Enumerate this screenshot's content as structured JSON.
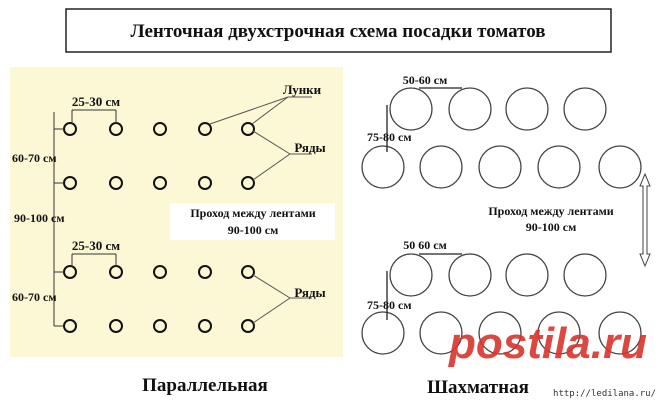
{
  "title": "Ленточная двухстрочная схема посадки томатов",
  "parallel": {
    "caption": "Параллельная",
    "spacing_top": "25-30 см",
    "spacing_bottom": "25-30 см",
    "row_gap_top": "60-70 см",
    "band_gap": "90-100 см",
    "row_gap_bottom": "60-70 см",
    "label_holes": "Лунки",
    "label_rows_top": "Ряды",
    "label_rows_bottom": "Ряды",
    "passage_line1": "Проход между лентами",
    "passage_line2": "90-100 см",
    "background_color": "#fcf8d6"
  },
  "staggered": {
    "caption": "Шахматная",
    "spacing_top": "50-60 см",
    "spacing_bottom": "50 60 см",
    "row_gap_top": "75-80 см",
    "row_gap_bottom": "75-80 см",
    "passage_line1": "Проход между лентами",
    "passage_line2": "90-100 см"
  },
  "watermark": {
    "logo": "postila.ru",
    "url": "http://ledilana.ru/",
    "color": "#d9342b"
  }
}
